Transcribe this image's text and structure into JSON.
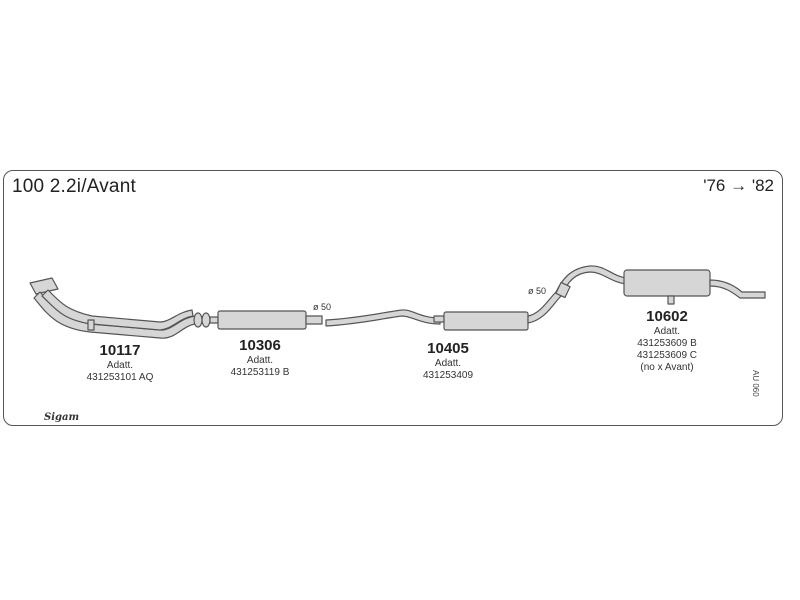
{
  "header": {
    "title": "100 2.2i/Avant",
    "years": "'76 → '82"
  },
  "parts": [
    {
      "number": "10117",
      "lines": [
        "Adatt.",
        "431253101 AQ"
      ]
    },
    {
      "number": "10306",
      "lines": [
        "Adatt.",
        "431253119 B"
      ]
    },
    {
      "number": "10405",
      "lines": [
        "Adatt.",
        "431253409"
      ]
    },
    {
      "number": "10602",
      "lines": [
        "Adatt.",
        "431253609 B",
        "431253609 C",
        "(no x Avant)"
      ]
    }
  ],
  "diameters": [
    "ø 50",
    "ø 50"
  ],
  "drawing_code": "AU 060",
  "brand": "Sigam",
  "colors": {
    "outline": "#555555",
    "fill": "#d6d6d6",
    "background": "#ffffff"
  }
}
